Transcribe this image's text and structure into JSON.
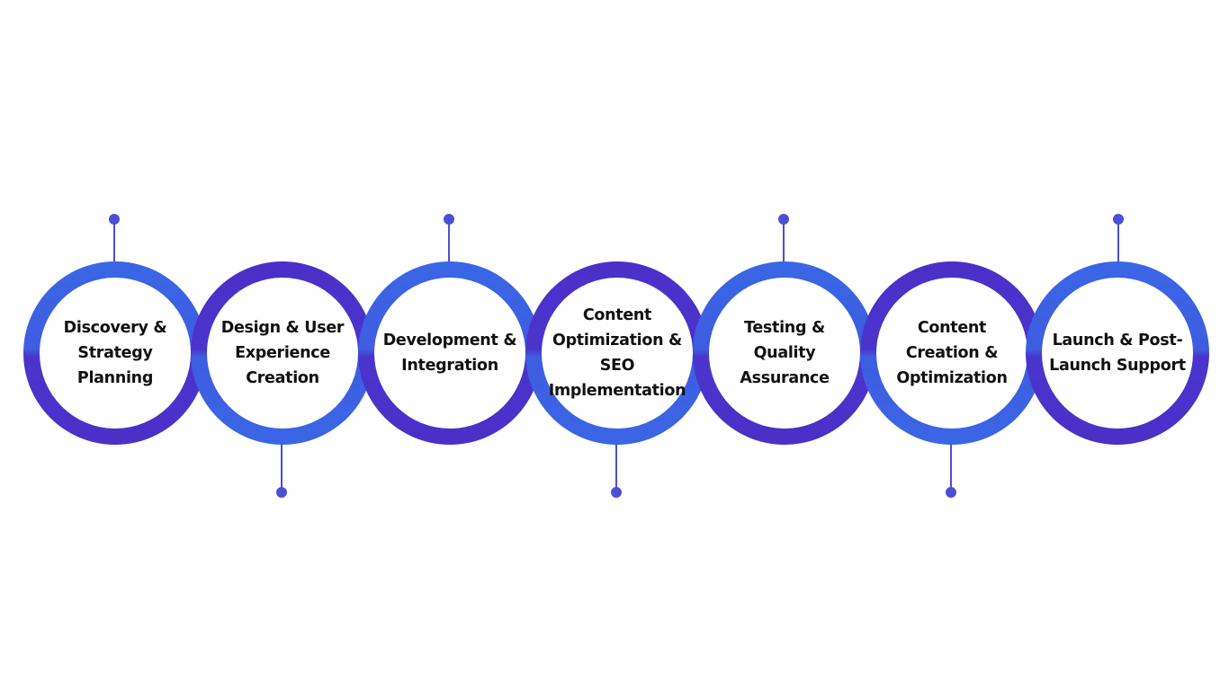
{
  "steps": [
    {
      "label": "Discovery & Strategy Planning"
    },
    {
      "label": "Design & User Experience Creation"
    },
    {
      "label": "Development & Integration"
    },
    {
      "label": "Content Optimization & SEO Implementation"
    },
    {
      "label": "Testing & Quality Assurance"
    },
    {
      "label": "Content Creation & Optimization"
    },
    {
      "label": "Launch & Post-Launch Support"
    }
  ],
  "colors": {
    "ring_blue": "#3a67e6",
    "ring_purple": "#4b2fc8",
    "connector": "#4b4fd4"
  }
}
